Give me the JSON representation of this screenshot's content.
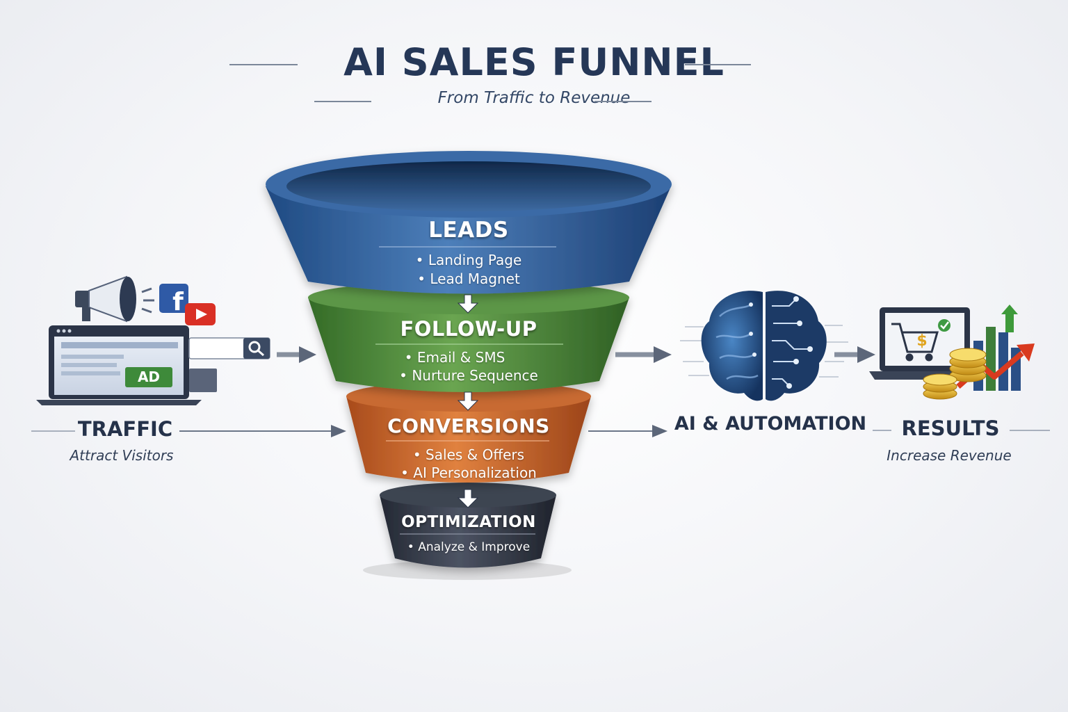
{
  "header": {
    "title": "AI SALES FUNNEL",
    "subtitle": "From Traffic to Revenue"
  },
  "stages": [
    {
      "title": "LEADS",
      "items": [
        "• Landing Page",
        "• Lead Magnet"
      ],
      "color": "#2e5d9a"
    },
    {
      "title": "FOLLOW-UP",
      "items": [
        "• Email & SMS",
        "• Nurture Sequence"
      ],
      "color": "#4c8a3a"
    },
    {
      "title": "CONVERSIONS",
      "items": [
        "• Sales & Offers",
        "• AI Personalization"
      ],
      "color": "#c5622a"
    },
    {
      "title": "OPTIMIZATION",
      "items": [
        "• Analyze & Improve"
      ],
      "color": "#343a47"
    }
  ],
  "traffic": {
    "label": "TRAFFIC",
    "sublabel": "Attract Visitors",
    "ad_text": "AD",
    "icons": [
      "megaphone-icon",
      "facebook-icon",
      "youtube-icon",
      "laptop-icon",
      "search-icon"
    ]
  },
  "automation": {
    "label": "AI & AUTOMATION",
    "icons": [
      "brain-circuit-icon"
    ]
  },
  "results": {
    "label": "RESULTS",
    "sublabel": "Increase Revenue",
    "icons": [
      "cart-icon",
      "dollar-icon",
      "coins-icon",
      "growth-chart-icon"
    ]
  },
  "colors": {
    "navy": "#253757",
    "blue": "#2e5d9a",
    "green": "#4c8a3a",
    "orange": "#c5622a",
    "dark": "#343a47",
    "arrow": "#6b7688"
  }
}
